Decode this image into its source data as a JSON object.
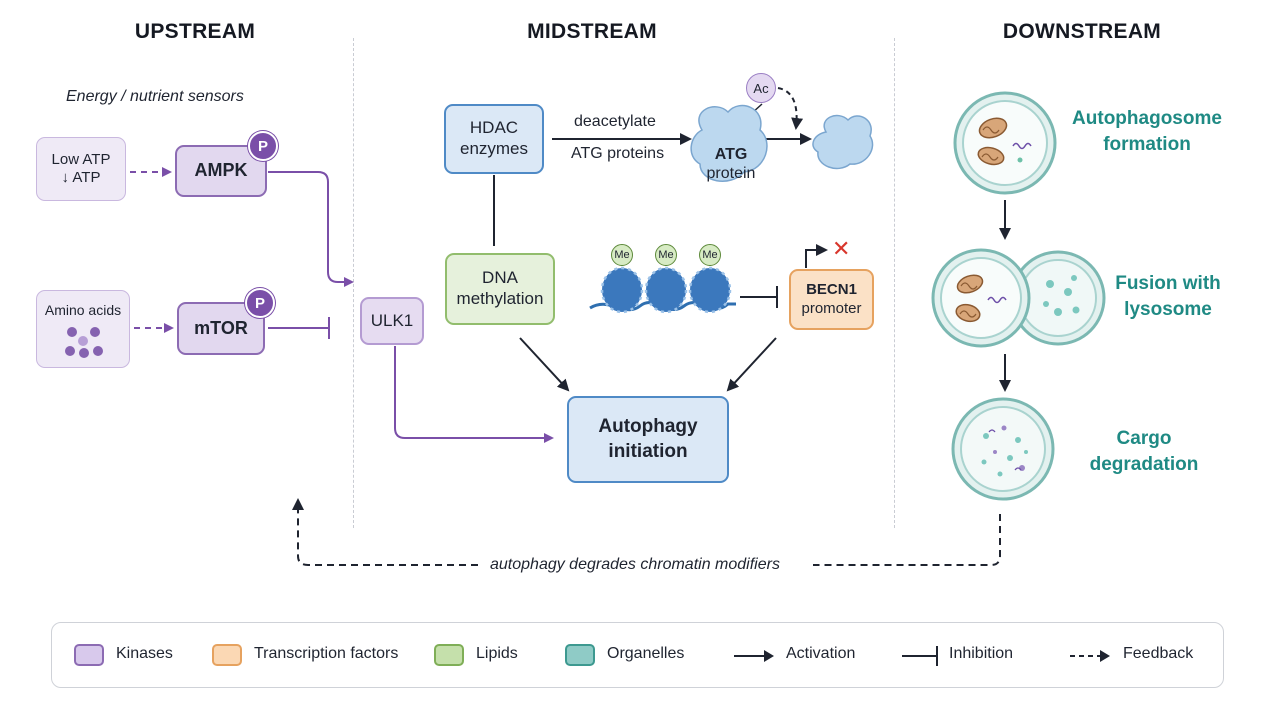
{
  "columns": {
    "upstream": "UPSTREAM",
    "midstream": "MIDSTREAM",
    "downstream": "DOWNSTREAM"
  },
  "upstream": {
    "sensors_label": "Energy / nutrient sensors",
    "low_atp": {
      "line1": "Low ATP",
      "line2": "↓ ATP"
    },
    "ampk": "AMPK",
    "amino_acids": "Amino acids",
    "mtor": "mTOR",
    "phospho_badge": "P"
  },
  "midstream": {
    "ulk1": "ULK1",
    "hdac": {
      "line1": "HDAC",
      "line2": "enzymes"
    },
    "deacetylate": "deacetylate",
    "atg_proteins": "ATG proteins",
    "atg_protein": {
      "line1": "ATG",
      "line2": "protein"
    },
    "acetyl_badge": "Ac",
    "dna_methylation": {
      "line1": "DNA",
      "line2": "methylation"
    },
    "methyl_badge": "Me",
    "becn1": {
      "line1": "BECN1",
      "line2": "promoter"
    },
    "silenced_mark": "✕",
    "autophagy_initiation": {
      "line1": "Autophagy",
      "line2": "initiation"
    }
  },
  "downstream": {
    "autophagosome": {
      "line1": "Autophagosome",
      "line2": "formation"
    },
    "fusion": {
      "line1": "Fusion with",
      "line2": "lysosome"
    },
    "cargo": {
      "line1": "Cargo",
      "line2": "degradation"
    }
  },
  "feedback_label": "autophagy degrades chromatin modifiers",
  "legend": {
    "kinases": "Kinases",
    "transcription_factors": "Transcription factors",
    "lipids": "Lipids",
    "organelles": "Organelles",
    "activation": "Activation",
    "inhibition": "Inhibition",
    "feedback": "Feedback"
  },
  "colors": {
    "kinase": "#8c6bb3",
    "enzyme": "#4f8ac6",
    "transcription_factor": "#e6a25f",
    "lipid": "#92bd6d",
    "organelle": "#1f8a84"
  }
}
